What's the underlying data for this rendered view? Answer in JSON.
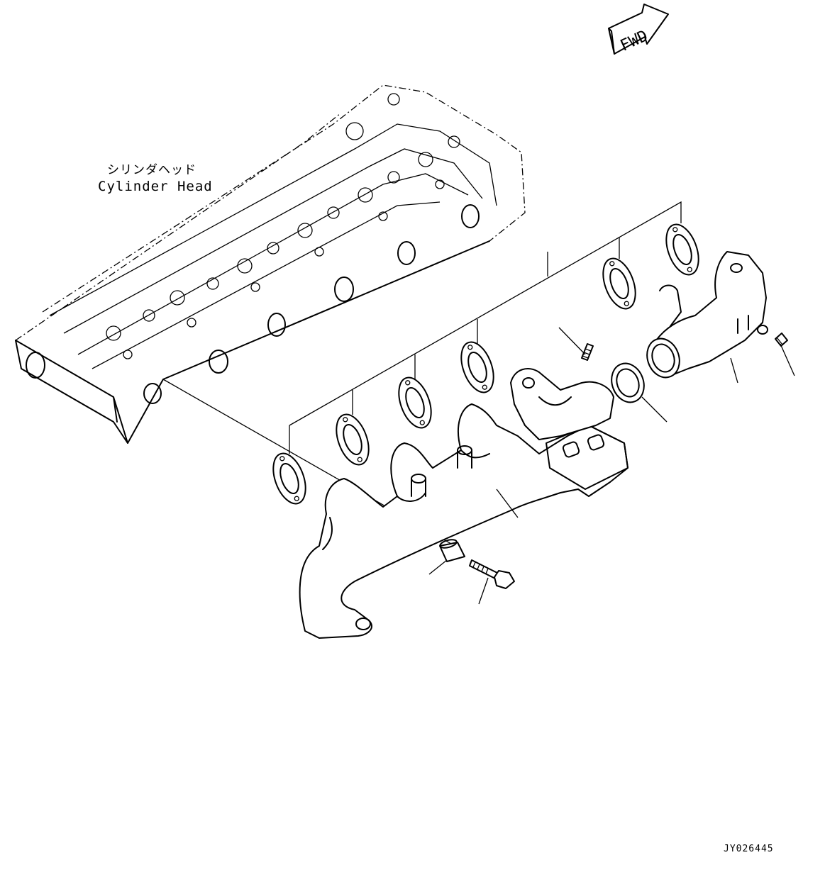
{
  "fwd_label": "FWD",
  "cylinder_head_label_jp": "シリンダヘッド",
  "cylinder_head_label_en": "Cylinder Head",
  "drawing_code": "JY026445"
}
